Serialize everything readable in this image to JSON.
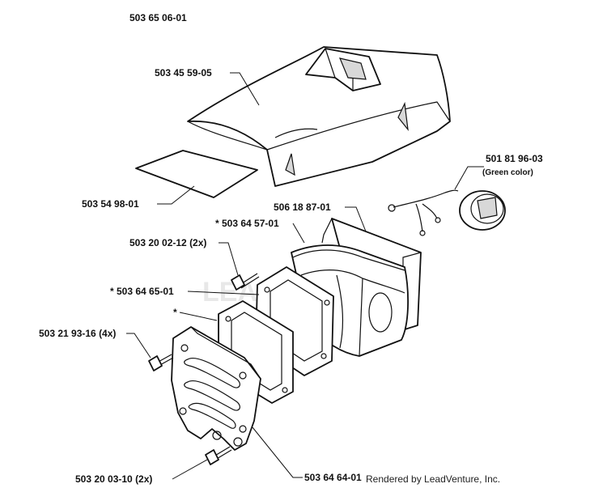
{
  "assembly_number": "503 65 06-01",
  "labels": {
    "cover": "503 45 59-05",
    "filter_pad": "503 54 98-01",
    "air_box": "506 18 87-01",
    "spacer": "* 503 64 57-01",
    "screw_2x": "503 20 02-12 (2x)",
    "gasket_a": "* 503 64 65-01",
    "star_note": "*",
    "screws_4x": "503 21 93-16 (4x)",
    "bottom_screw": "503 20 03-10 (2x)",
    "plate": "503 64 64-01",
    "cap_part": "501 81 96-03",
    "cap_note": "(Green color)"
  },
  "watermark": "LEADVENTURE",
  "footer": "Rendered by LeadVenture, Inc."
}
